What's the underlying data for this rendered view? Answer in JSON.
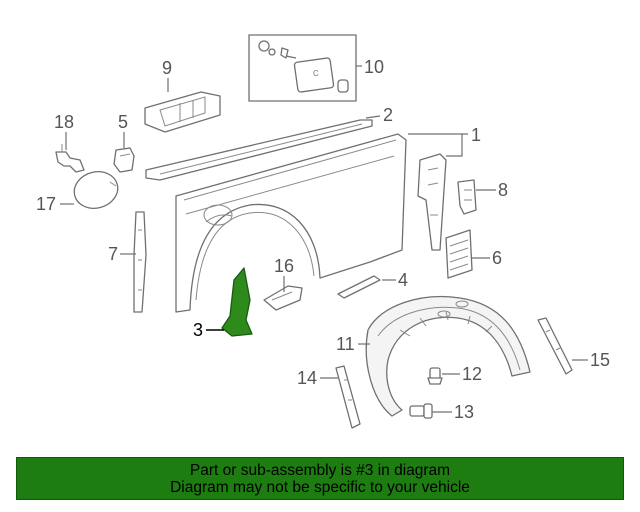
{
  "diagram": {
    "callouts": [
      {
        "id": "1",
        "label": "1"
      },
      {
        "id": "2",
        "label": "2"
      },
      {
        "id": "3",
        "label": "3",
        "highlighted": true
      },
      {
        "id": "4",
        "label": "4"
      },
      {
        "id": "5",
        "label": "5"
      },
      {
        "id": "6",
        "label": "6"
      },
      {
        "id": "7",
        "label": "7"
      },
      {
        "id": "8",
        "label": "8"
      },
      {
        "id": "9",
        "label": "9"
      },
      {
        "id": "10",
        "label": "10"
      },
      {
        "id": "11",
        "label": "11"
      },
      {
        "id": "12",
        "label": "12"
      },
      {
        "id": "13",
        "label": "13"
      },
      {
        "id": "14",
        "label": "14"
      },
      {
        "id": "15",
        "label": "15"
      },
      {
        "id": "16",
        "label": "16"
      },
      {
        "id": "17",
        "label": "17"
      },
      {
        "id": "18",
        "label": "18"
      }
    ],
    "highlight_color": "#2f8a1c",
    "line_color": "#707070"
  },
  "banner": {
    "line1": "Part or sub-assembly is #3 in diagram",
    "line2": "Diagram may not be specific to your vehicle",
    "background": "#1d7d11"
  }
}
